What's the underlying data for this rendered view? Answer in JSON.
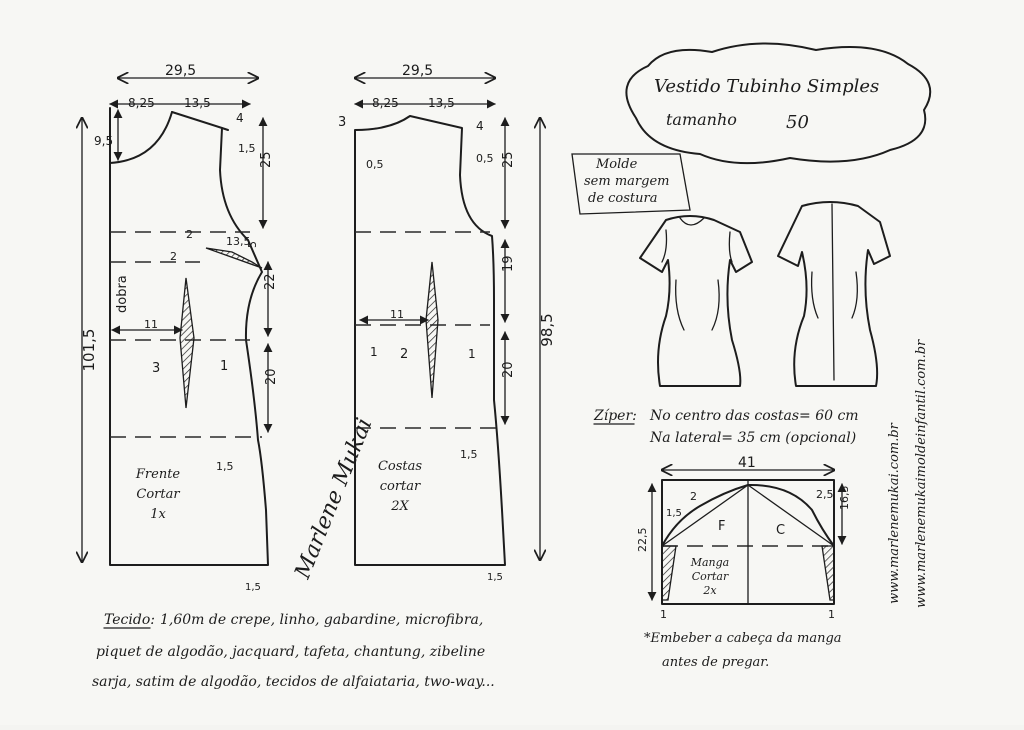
{
  "title": {
    "line1": "Vestido Tubinho Simples",
    "line2": "tamanho",
    "size": "50"
  },
  "note_molde": [
    "Molde",
    "sem margem",
    "de costura"
  ],
  "front_piece": {
    "top_width": "29,5",
    "neck_width": "8,25",
    "shoulder_width": "13,5",
    "neck_depth": "9,5",
    "shoulder_drop": "4",
    "armhole_offset": "1,5",
    "armhole_depth": "25",
    "total_length": "101,5",
    "bust_dart_top": "2",
    "bust_dart_side": "13,5",
    "bust_dart_left": "2",
    "side_mark": "5",
    "waist_drop": "22",
    "fold_label": "dobra",
    "dart_position": "11",
    "dart_width": "3",
    "side_in": "1",
    "hip_drop": "20",
    "hem_side": "1,5",
    "hem_bottom": "1,5",
    "label_line1": "Frente",
    "label_line2": "Cortar",
    "label_line3": "1x"
  },
  "back_piece": {
    "top_width": "29,5",
    "neck_width": "8,25",
    "shoulder_width": "13,5",
    "neck_depth": "3",
    "shoulder_drop": "4",
    "neck_offset": "0,5",
    "armhole_offset": "0,5",
    "armhole_depth": "25",
    "waist_drop": "19",
    "total_length": "98,5",
    "dart_position": "11",
    "dart_width": "2",
    "side_in_left": "1",
    "side_in_right": "1",
    "hip_drop": "20",
    "hem_side": "1,5",
    "hem_bottom": "1,5",
    "label_line1": "Costas",
    "label_line2": "cortar",
    "label_line3": "2X"
  },
  "signature": "Marlene Mukai",
  "zipper": {
    "label": "Zíper:",
    "line1": "No centro das costas= 60 cm",
    "line2": "Na lateral= 35 cm (opcional)"
  },
  "sleeve": {
    "width": "41",
    "cap_left": "2",
    "cap_right": "2,5",
    "cap_left_side": "1,5",
    "cap_height": "16,5",
    "total_height": "22,5",
    "front_mark": "F",
    "back_mark": "C",
    "label_line1": "Manga",
    "label_line2": "Cortar",
    "label_line3": "2x",
    "hem_left": "1",
    "hem_right": "1",
    "note_line1": "*Embeber a cabeça da manga",
    "note_line2": "antes de pregar."
  },
  "fabric": {
    "label": "Tecido:",
    "line1": "1,60m de crepe, linho, gabardine, microfibra,",
    "line2": "piquet de algodão, jacquard, tafeta, chantung, zibeline",
    "line3": "sarja, satim de algodão, tecidos de alfaiataria, two-way..."
  },
  "websites": [
    "www.marlenemukai.com.br",
    "www.marlenemukaimoldeinfantil.com.br"
  ]
}
